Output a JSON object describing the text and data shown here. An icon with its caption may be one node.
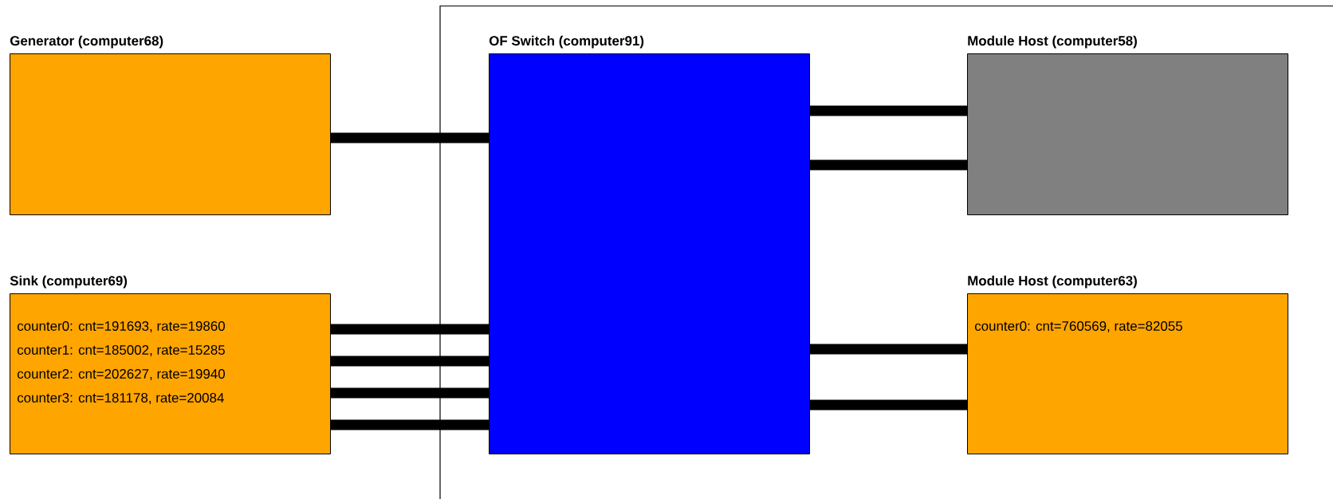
{
  "diagram": {
    "nodes": [
      {
        "text": [
          "Generator (computer68)"
        ]
      },
      {
        "text": [
          "OF Switch (computer91)"
        ]
      },
      {
        "text": [
          "Module Host (computer58)"
        ]
      },
      {
        "text": [
          "Sink (computer69)",
          "counter0: cnt=191693, rate=19860",
          "counter1: cnt=185002, rate=15285",
          "counter2: cnt=202627, rate=19940",
          "counter3: cnt=181178, rate=20084"
        ]
      },
      {
        "text": [
          "Module Host (computer63)",
          "counter0: cnt=760569, rate=82055"
        ]
      }
    ],
    "edges": [
      {
        "from": 0,
        "to": 1,
        "arrow": "none"
      },
      {
        "from": 1,
        "to": 2,
        "arrow": "none"
      },
      {
        "from": 1,
        "to": 2,
        "arrow": "none"
      },
      {
        "from": 3,
        "to": 1,
        "arrow": "none"
      },
      {
        "from": 3,
        "to": 1,
        "arrow": "none"
      },
      {
        "from": 3,
        "to": 1,
        "arrow": "none"
      },
      {
        "from": 3,
        "to": 1,
        "arrow": "none"
      },
      {
        "from": 1,
        "to": 4,
        "arrow": "none"
      },
      {
        "from": 1,
        "to": 4,
        "arrow": "none"
      }
    ]
  }
}
